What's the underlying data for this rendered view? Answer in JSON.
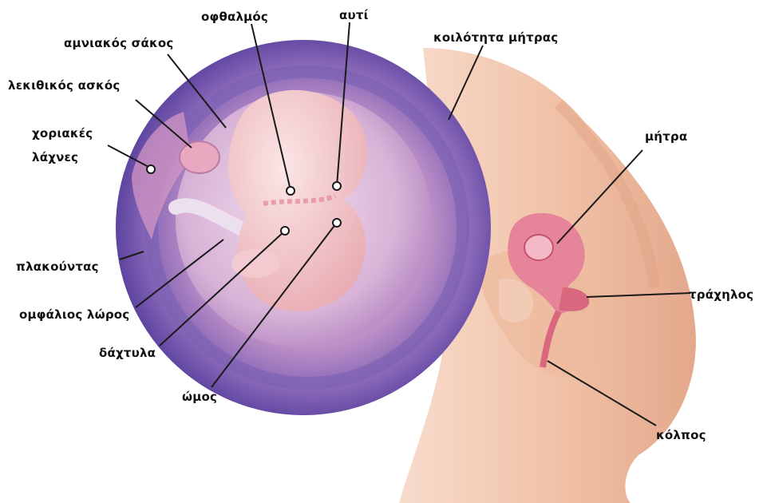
{
  "colors": {
    "leader_line": "#1a1a1a",
    "sac_purple": "#5a3e9e",
    "skin": "#f1c3a8",
    "uterus_pink": "#e6849a",
    "embryo": "#f2c9cc"
  },
  "labels": {
    "eye": "οφθαλμός",
    "ear": "αυτί",
    "uterine_cavity": "κοιλότητα μήτρας",
    "amniotic_sac": "αμνιακός σάκος",
    "yolk_sac": "λεκιθικός ασκός",
    "chorionic_villi_1": "χοριακές",
    "chorionic_villi_2": "λάχνες",
    "uterus": "μήτρα",
    "placenta": "πλακούντας",
    "cervix": "τράχηλος",
    "umbilical_cord": "ομφάλιος λώρος",
    "fingers": "δάχτυλα",
    "shoulder": "ώμος",
    "vagina": "κόλπος"
  }
}
